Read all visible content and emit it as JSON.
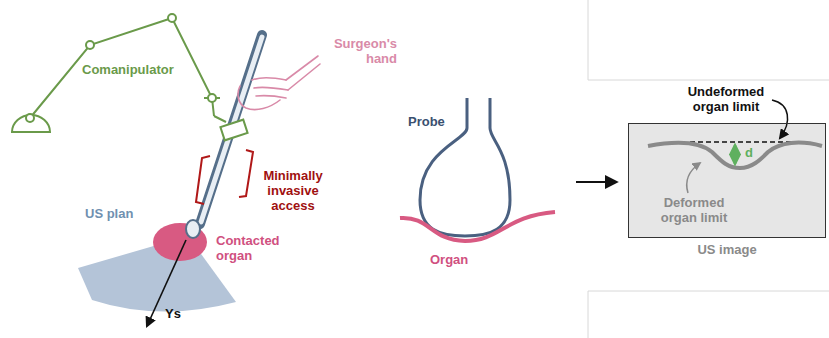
{
  "diagram": {
    "nodes": [
      {
        "text": [
          "US image"
        ]
      }
    ],
    "labels": [
      "Comanipulator",
      "Surgeon's hand",
      "Minimally invasive access",
      "US plan",
      "Contacted organ",
      "Ys",
      "Probe",
      "Organ",
      "Undeformed organ limit",
      "Deformed organ limit",
      "d"
    ]
  }
}
